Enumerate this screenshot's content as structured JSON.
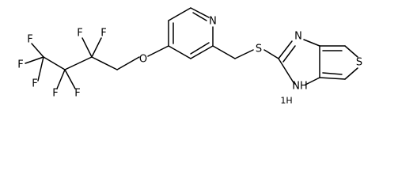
{
  "diagram": {
    "type": "chemical-structure",
    "atoms": {
      "F1": "F",
      "F2": "F",
      "F3": "F",
      "F4": "F",
      "F5": "F",
      "F6": "F",
      "F7": "F",
      "O": "O",
      "N_pyridine": "N",
      "S_thioether": "S",
      "N_imidazole": "N",
      "NH_imidazole": "NH",
      "H_imidazole": "1H",
      "S_thiophene": "S"
    }
  }
}
